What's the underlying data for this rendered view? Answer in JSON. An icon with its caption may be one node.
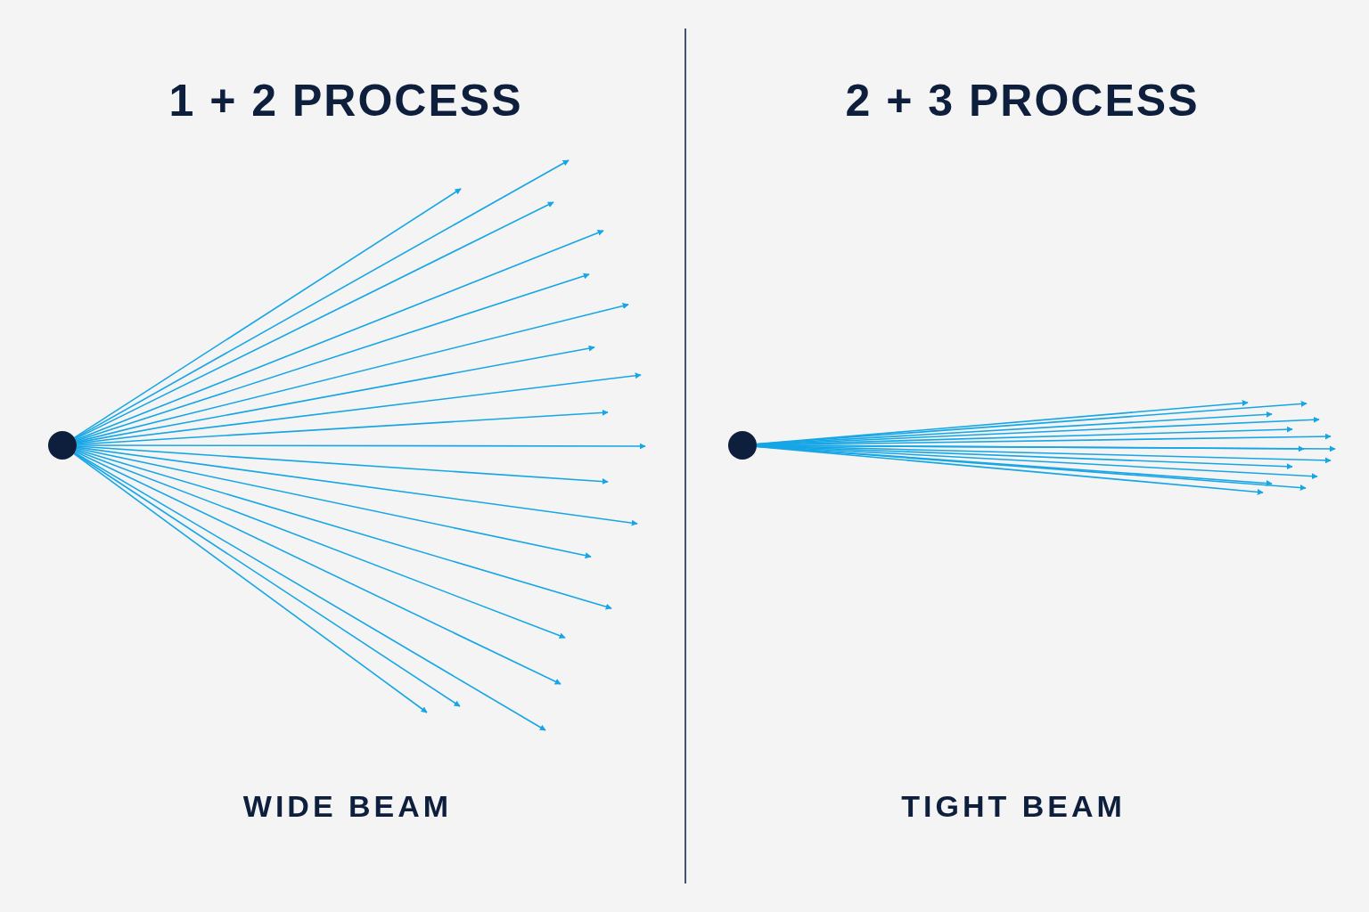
{
  "diagram": {
    "nodes": [
      {
        "text": [],
        "shape": "circle"
      },
      {
        "text": [],
        "shape": "circle"
      }
    ],
    "edges": [
      {
        "from": 0,
        "to": null,
        "arrow": "to"
      },
      {
        "from": 0,
        "to": null,
        "arrow": "to"
      },
      {
        "from": 0,
        "to": null,
        "arrow": "to"
      },
      {
        "from": 0,
        "to": null,
        "arrow": "to"
      },
      {
        "from": 0,
        "to": null,
        "arrow": "to"
      },
      {
        "from": 0,
        "to": null,
        "arrow": "to"
      },
      {
        "from": 0,
        "to": null,
        "arrow": "to"
      },
      {
        "from": 0,
        "to": null,
        "arrow": "to"
      },
      {
        "from": 0,
        "to": null,
        "arrow": "to"
      },
      {
        "from": 0,
        "to": null,
        "arrow": "to"
      },
      {
        "from": 0,
        "to": null,
        "arrow": "to"
      },
      {
        "from": 0,
        "to": null,
        "arrow": "to"
      },
      {
        "from": 0,
        "to": null,
        "arrow": "to"
      },
      {
        "from": 0,
        "to": null,
        "arrow": "to"
      },
      {
        "from": 0,
        "to": null,
        "arrow": "to"
      },
      {
        "from": 0,
        "to": null,
        "arrow": "to"
      },
      {
        "from": 0,
        "to": null,
        "arrow": "to"
      },
      {
        "from": 0,
        "to": null,
        "arrow": "to"
      },
      {
        "from": 0,
        "to": null,
        "arrow": "to"
      },
      {
        "from": 1,
        "to": null,
        "arrow": "to"
      },
      {
        "from": 1,
        "to": null,
        "arrow": "to"
      },
      {
        "from": 1,
        "to": null,
        "arrow": "to"
      },
      {
        "from": 1,
        "to": null,
        "arrow": "to"
      },
      {
        "from": 1,
        "to": null,
        "arrow": "to"
      },
      {
        "from": 1,
        "to": null,
        "arrow": "to"
      },
      {
        "from": 1,
        "to": null,
        "arrow": "to"
      },
      {
        "from": 1,
        "to": null,
        "arrow": "to"
      },
      {
        "from": 1,
        "to": null,
        "arrow": "to"
      },
      {
        "from": 1,
        "to": null,
        "arrow": "to"
      },
      {
        "from": 1,
        "to": null,
        "arrow": "to"
      },
      {
        "from": 1,
        "to": null,
        "arrow": "to"
      },
      {
        "from": 1,
        "to": null,
        "arrow": "to"
      },
      {
        "from": 1,
        "to": null,
        "arrow": "to"
      }
    ],
    "labels": [
      "1 + 2 PROCESS",
      "2 + 3 PROCESS",
      "WIDE BEAM",
      "TIGHT BEAM"
    ]
  }
}
